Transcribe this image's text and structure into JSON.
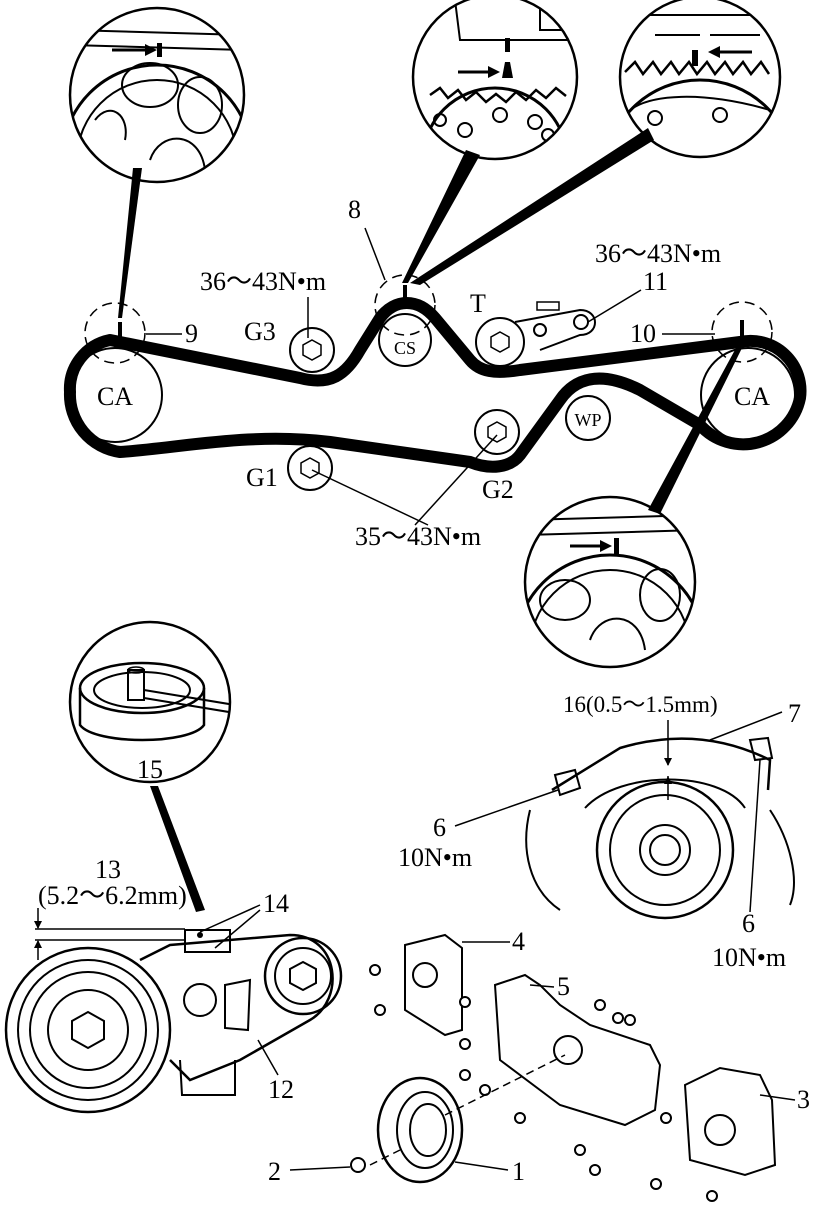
{
  "labels": {
    "ca_left": "CA",
    "ca_right": "CA",
    "cs": "CS",
    "wp": "WP",
    "t": "T",
    "g1": "G1",
    "g2": "G2",
    "g3": "G3",
    "torque_g3": "36～43N•m",
    "torque_t": "36～43N•m",
    "torque_g1g2": "35～43N•m",
    "torque_6a": "10N•m",
    "torque_6b": "10N•m",
    "gap_16": "16(0.5～1.5mm)",
    "dim_13": "(5.2～6.2mm)"
  },
  "callouts": {
    "n1": "1",
    "n2": "2",
    "n3": "3",
    "n4": "4",
    "n5": "5",
    "n6a": "6",
    "n6b": "6",
    "n7": "7",
    "n8": "8",
    "n9": "9",
    "n10": "10",
    "n11": "11",
    "n12": "12",
    "n13": "13",
    "n14": "14",
    "n15": "15"
  }
}
